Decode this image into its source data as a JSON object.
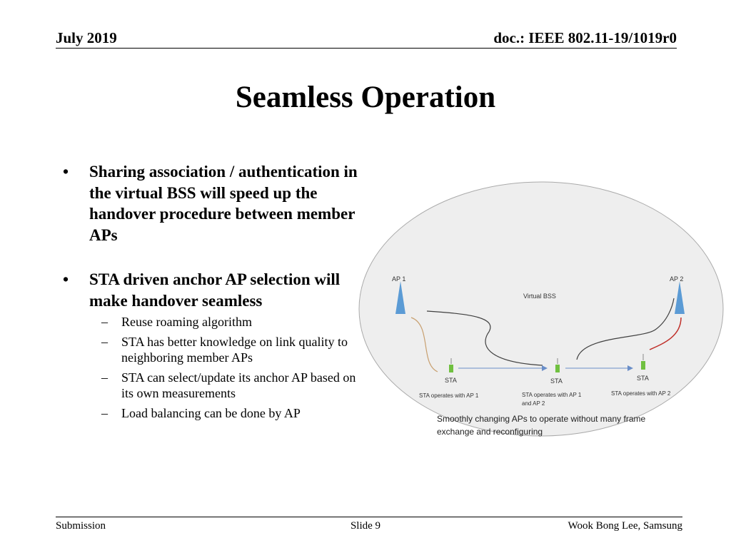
{
  "header": {
    "date": "July 2019",
    "doc": "doc.: IEEE 802.11-19/1019r0"
  },
  "title": "Seamless Operation",
  "bullets": [
    {
      "text": "Sharing association / authentication in the virtual BSS will speed up the handover procedure between member APs"
    },
    {
      "text": "STA driven anchor AP selection will make handover seamless",
      "subs": [
        "Reuse roaming algorithm",
        "STA has better knowledge on link quality to neighboring member APs",
        "STA can select/update its anchor AP based on its own measurements",
        "Load balancing can be done by AP"
      ]
    }
  ],
  "diagram": {
    "virtual_bss_label": "Virtual BSS",
    "ap1_label": "AP 1",
    "ap2_label": "AP 2",
    "sta_label": "STA",
    "sta1_caption": "STA operates with AP 1",
    "sta2_caption_line1": "STA operates with AP 1",
    "sta2_caption_line2": "and AP 2",
    "sta3_caption": "STA operates with AP 2",
    "caption_line1": "Smoothly changing APs to operate without many frame",
    "caption_line2": "exchange and reconfiguring",
    "colors": {
      "ellipse_fill": "#eeeeee",
      "ellipse_stroke": "#aaaaaa",
      "ap": "#5b9bd5",
      "sta": "#70c040",
      "link_ap1": "#c8a070",
      "link_ap2": "#c0302a",
      "neutral": "#404040",
      "arrow": "#6a8ec8"
    }
  },
  "footer": {
    "left": "Submission",
    "center": "Slide 9",
    "right": "Wook Bong Lee, Samsung"
  }
}
